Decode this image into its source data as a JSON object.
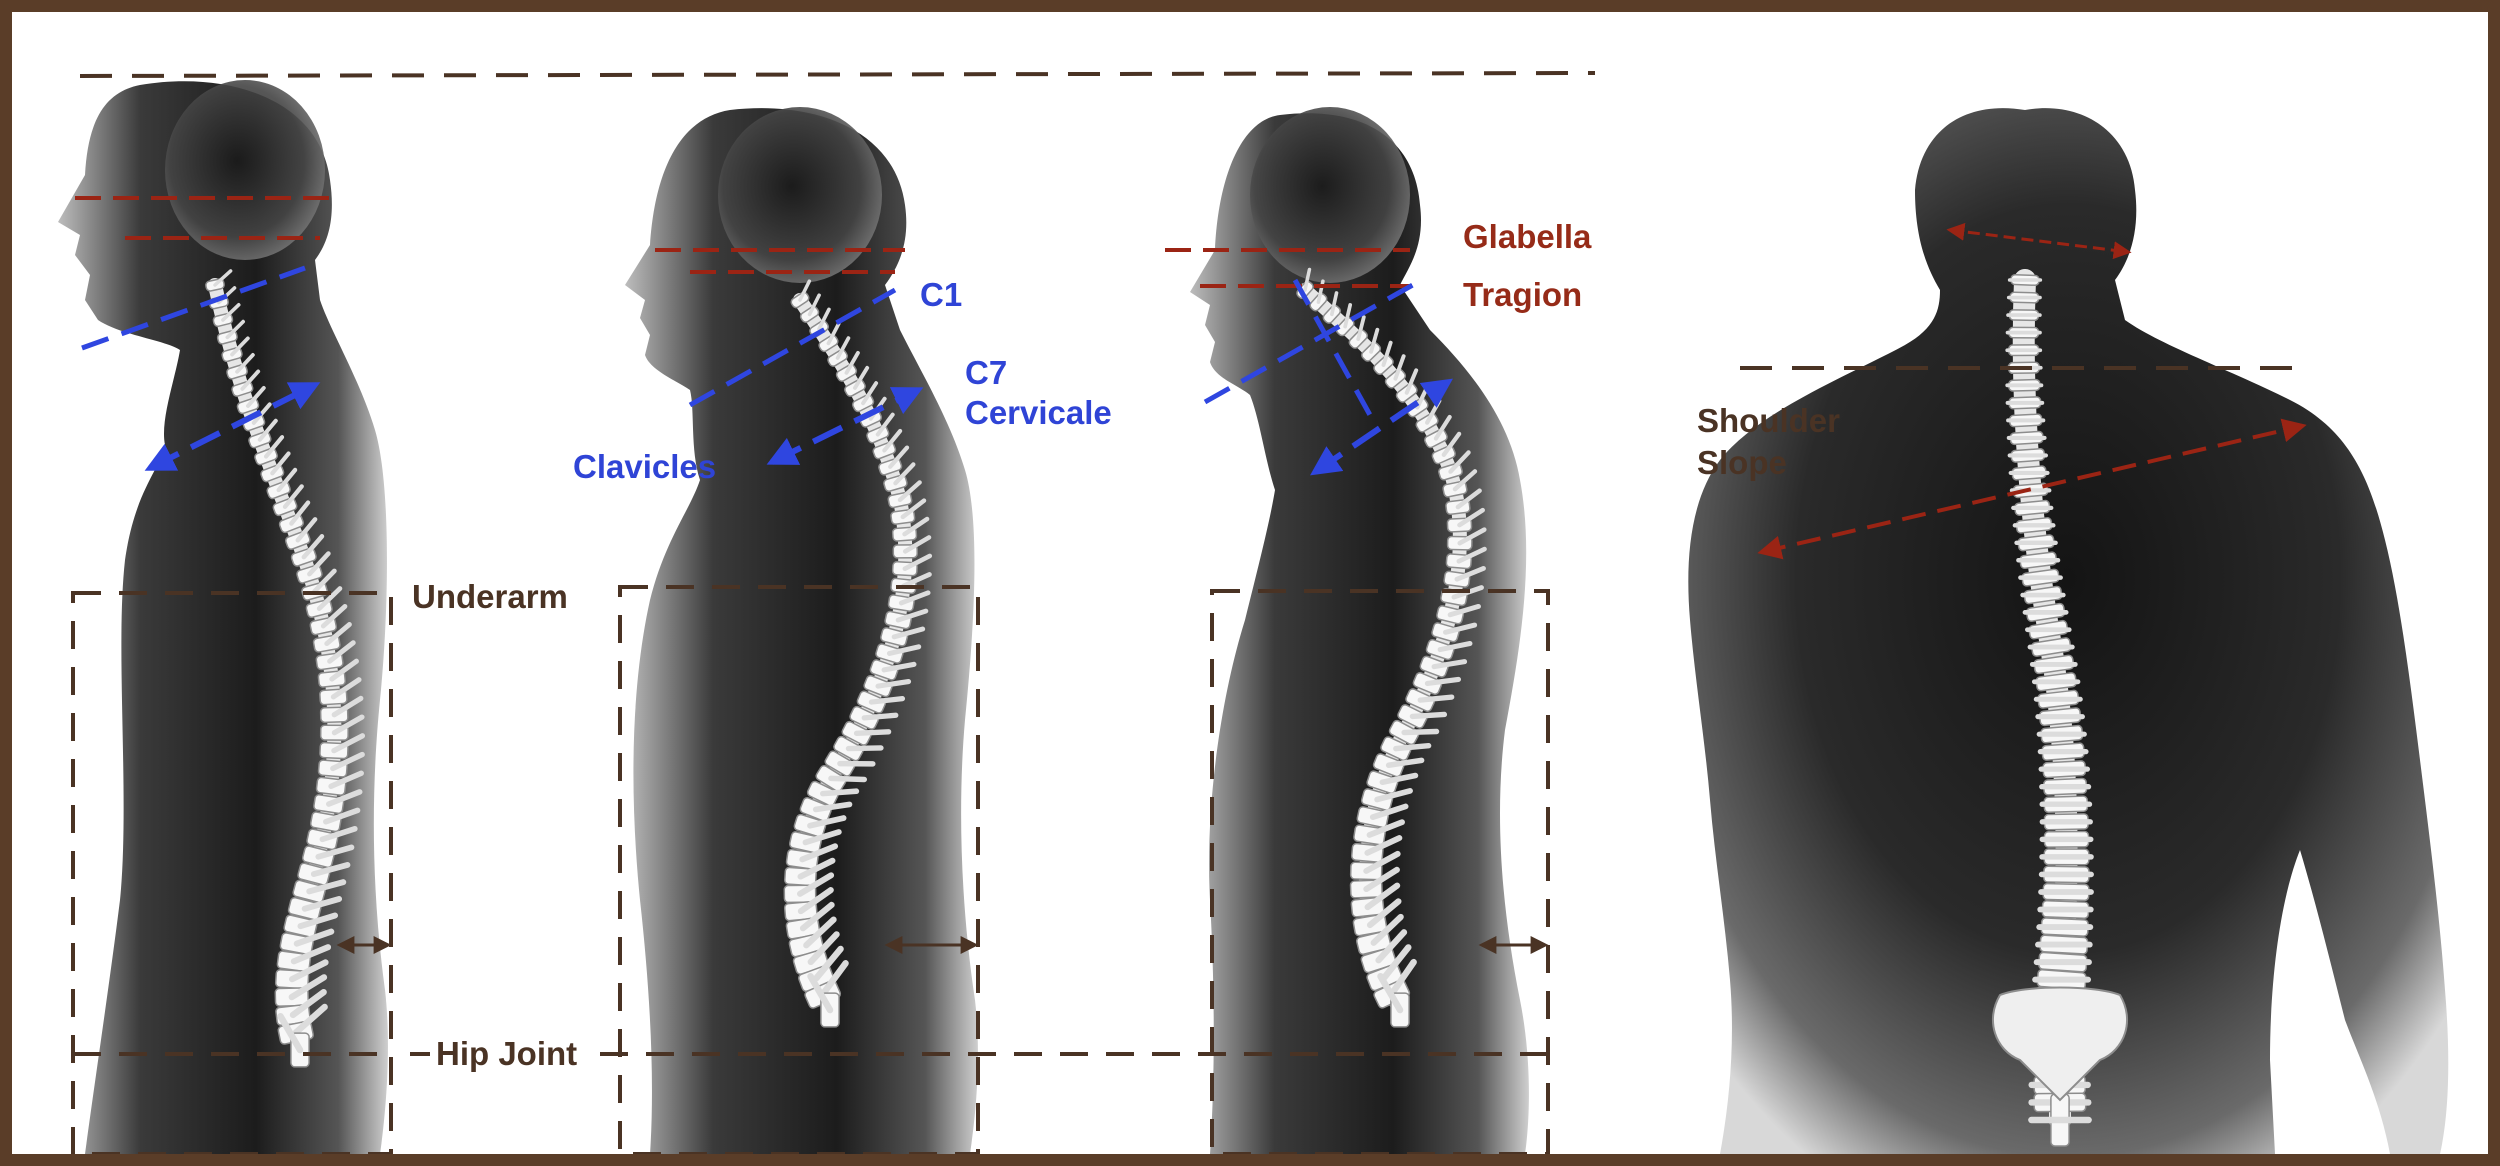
{
  "labels": {
    "underarm": "Underarm",
    "hip_joint": "Hip Joint",
    "c1": "C1",
    "c7": "C7",
    "cervicale": "Cervicale",
    "clavicles": "Clavicles",
    "glabella": "Glabella",
    "tragion": "Tragion",
    "shoulder": "Shoulder",
    "slope": "Slope"
  },
  "colors": {
    "frame": "#5a3d28",
    "brown_line": "#4a3324",
    "red_line": "#9b2414",
    "blue_line": "#2f46e0",
    "red_text": "#962b18",
    "blue_text": "#2f44d6",
    "brown_text": "#4a3324"
  },
  "icons": [
    "human-side-silhouette",
    "spine-skeleton",
    "human-back-silhouette",
    "double-arrow"
  ]
}
